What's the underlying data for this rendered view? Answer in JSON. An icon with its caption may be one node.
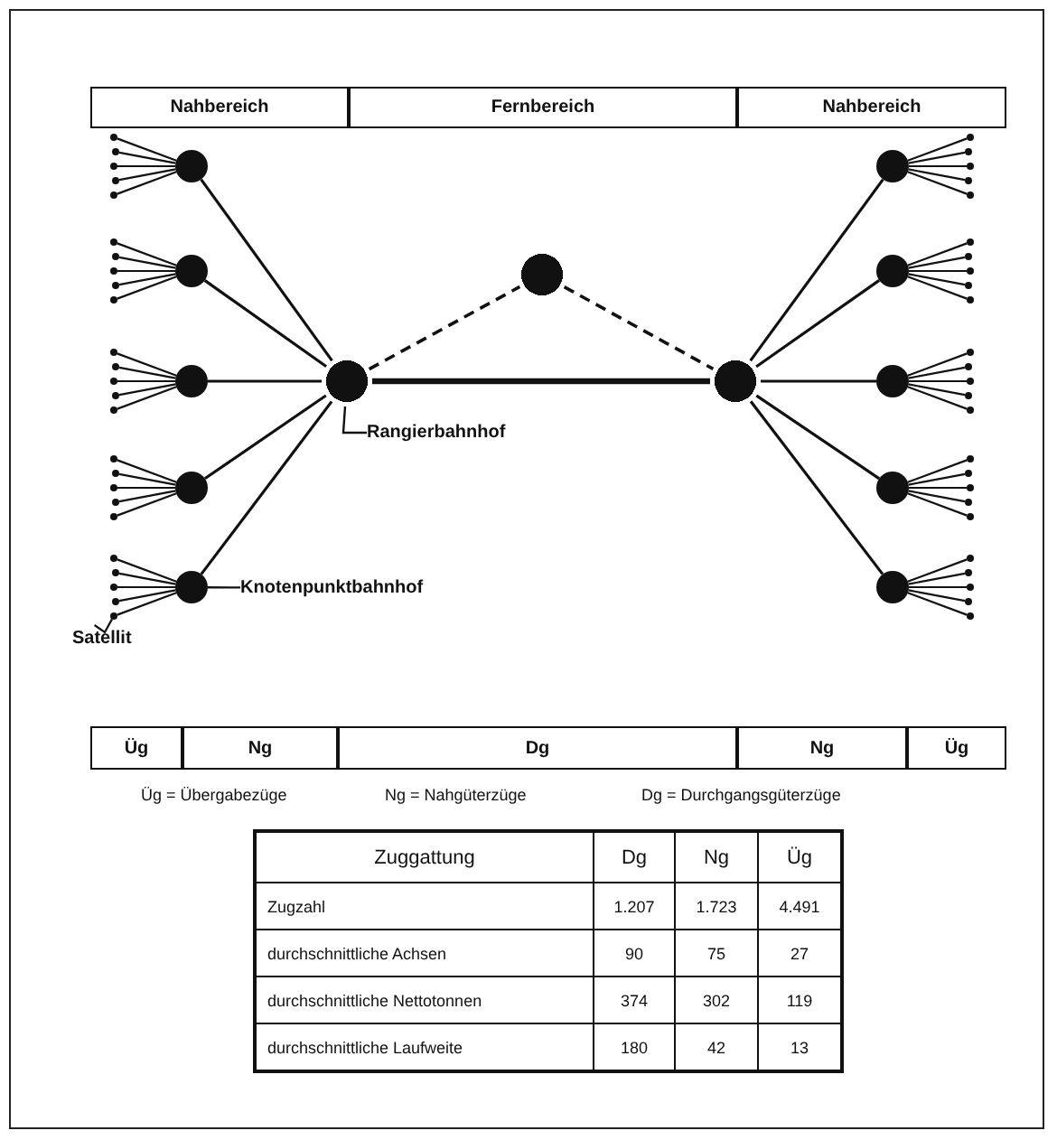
{
  "diagram": {
    "nodes": [
      {
        "text": [
          "Nahbereich"
        ]
      },
      {
        "text": [
          "Fernbereich"
        ]
      },
      {
        "text": [
          "Nahbereich"
        ]
      },
      {
        "text": [],
        "shape": "circle"
      },
      {
        "text": [],
        "shape": "circle"
      },
      {
        "text": [],
        "shape": "circle"
      },
      {
        "text": [],
        "shape": "circle"
      },
      {
        "text": [],
        "shape": "circle"
      },
      {
        "text": [],
        "shape": "circle"
      },
      {
        "text": [],
        "shape": "circle"
      },
      {
        "text": [],
        "shape": "circle"
      },
      {
        "text": [],
        "shape": "circle"
      },
      {
        "text": [],
        "shape": "circle"
      },
      {
        "text": [],
        "shape": "circle"
      },
      {
        "text": [],
        "shape": "circle"
      },
      {
        "text": [],
        "shape": "circle"
      },
      {
        "text": [
          "Rangierbahnhof"
        ]
      },
      {
        "text": [
          "Knotenpunktbahnhof"
        ]
      },
      {
        "text": [
          "Satellit"
        ]
      },
      {
        "text": [],
        "shape": "circle"
      },
      {
        "text": [],
        "shape": "circle"
      },
      {
        "text": [],
        "shape": "circle"
      },
      {
        "text": [],
        "shape": "circle"
      },
      {
        "text": [],
        "shape": "circle"
      },
      {
        "text": [],
        "shape": "circle"
      },
      {
        "text": [],
        "shape": "circle"
      },
      {
        "text": [],
        "shape": "circle"
      },
      {
        "text": [],
        "shape": "circle"
      },
      {
        "text": [],
        "shape": "circle"
      },
      {
        "text": [],
        "shape": "circle"
      },
      {
        "text": [],
        "shape": "circle"
      },
      {
        "text": [],
        "shape": "circle"
      },
      {
        "text": [],
        "shape": "circle"
      },
      {
        "text": [],
        "shape": "circle"
      },
      {
        "text": [],
        "shape": "circle"
      },
      {
        "text": [],
        "shape": "circle"
      },
      {
        "text": [],
        "shape": "circle"
      },
      {
        "text": [],
        "shape": "circle"
      },
      {
        "text": [],
        "shape": "circle"
      },
      {
        "text": [],
        "shape": "circle"
      },
      {
        "text": [],
        "shape": "circle"
      },
      {
        "text": [],
        "shape": "circle"
      },
      {
        "text": [],
        "shape": "circle"
      },
      {
        "text": [],
        "shape": "circle"
      },
      {
        "text": [],
        "shape": "circle"
      },
      {
        "text": [],
        "shape": "circle"
      },
      {
        "text": [],
        "shape": "circle"
      },
      {
        "text": [],
        "shape": "circle"
      },
      {
        "text": [],
        "shape": "circle"
      },
      {
        "text": [],
        "shape": "circle"
      },
      {
        "text": [],
        "shape": "circle"
      },
      {
        "text": [],
        "shape": "circle"
      },
      {
        "text": [],
        "shape": "circle"
      },
      {
        "text": [],
        "shape": "circle"
      },
      {
        "text": [],
        "shape": "circle"
      },
      {
        "text": [],
        "shape": "circle"
      },
      {
        "text": [],
        "shape": "circle"
      },
      {
        "text": [],
        "shape": "circle"
      },
      {
        "text": [],
        "shape": "circle"
      },
      {
        "text": [],
        "shape": "circle"
      },
      {
        "text": [],
        "shape": "circle"
      },
      {
        "text": [],
        "shape": "circle"
      },
      {
        "text": [],
        "shape": "circle"
      },
      {
        "text": [],
        "shape": "circle"
      },
      {
        "text": [],
        "shape": "circle"
      },
      {
        "text": [],
        "shape": "circle"
      },
      {
        "text": [],
        "shape": "circle"
      },
      {
        "text": [],
        "shape": "circle"
      },
      {
        "text": [],
        "shape": "circle"
      },
      {
        "text": [
          "Üg"
        ]
      },
      {
        "text": [
          "Ng"
        ]
      },
      {
        "text": [
          "Dg"
        ]
      },
      {
        "text": [
          "Ng"
        ]
      },
      {
        "text": [
          "Üg"
        ]
      }
    ],
    "edges": [
      {
        "from": 3,
        "to": 5,
        "arrow": "none",
        "style": "thick"
      },
      {
        "from": 3,
        "to": 4,
        "arrow": "none",
        "style": "dashed"
      },
      {
        "from": 4,
        "to": 5,
        "arrow": "none",
        "style": "dashed"
      },
      {
        "from": 6,
        "to": 3,
        "arrow": "none"
      },
      {
        "from": 7,
        "to": 3,
        "arrow": "none"
      },
      {
        "from": 8,
        "to": 3,
        "arrow": "none"
      },
      {
        "from": 9,
        "to": 3,
        "arrow": "none"
      },
      {
        "from": 10,
        "to": 3,
        "arrow": "none"
      },
      {
        "from": 5,
        "to": 11,
        "arrow": "none"
      },
      {
        "from": 5,
        "to": 12,
        "arrow": "none"
      },
      {
        "from": 5,
        "to": 13,
        "arrow": "none"
      },
      {
        "from": 5,
        "to": 14,
        "arrow": "none"
      },
      {
        "from": 5,
        "to": 15,
        "arrow": "none"
      },
      {
        "from": 16,
        "to": 3,
        "arrow": "none"
      },
      {
        "from": 17,
        "to": 10,
        "arrow": "none"
      },
      {
        "from": 18,
        "to": 43,
        "arrow": "none"
      },
      {
        "from": 6,
        "to": 19,
        "arrow": "none"
      },
      {
        "from": 6,
        "to": 20,
        "arrow": "none"
      },
      {
        "from": 6,
        "to": 21,
        "arrow": "none"
      },
      {
        "from": 6,
        "to": 22,
        "arrow": "none"
      },
      {
        "from": 6,
        "to": 23,
        "arrow": "none"
      },
      {
        "from": 7,
        "to": 24,
        "arrow": "none"
      },
      {
        "from": 7,
        "to": 25,
        "arrow": "none"
      },
      {
        "from": 7,
        "to": 26,
        "arrow": "none"
      },
      {
        "from": 7,
        "to": 27,
        "arrow": "none"
      },
      {
        "from": 7,
        "to": 28,
        "arrow": "none"
      },
      {
        "from": 8,
        "to": 29,
        "arrow": "none"
      },
      {
        "from": 8,
        "to": 30,
        "arrow": "none"
      },
      {
        "from": 8,
        "to": 31,
        "arrow": "none"
      },
      {
        "from": 8,
        "to": 32,
        "arrow": "none"
      },
      {
        "from": 8,
        "to": 33,
        "arrow": "none"
      },
      {
        "from": 9,
        "to": 34,
        "arrow": "none"
      },
      {
        "from": 9,
        "to": 35,
        "arrow": "none"
      },
      {
        "from": 9,
        "to": 36,
        "arrow": "none"
      },
      {
        "from": 9,
        "to": 37,
        "arrow": "none"
      },
      {
        "from": 9,
        "to": 38,
        "arrow": "none"
      },
      {
        "from": 10,
        "to": 39,
        "arrow": "none"
      },
      {
        "from": 10,
        "to": 40,
        "arrow": "none"
      },
      {
        "from": 10,
        "to": 41,
        "arrow": "none"
      },
      {
        "from": 10,
        "to": 42,
        "arrow": "none"
      },
      {
        "from": 10,
        "to": 43,
        "arrow": "none"
      },
      {
        "from": 11,
        "to": 44,
        "arrow": "none"
      },
      {
        "from": 11,
        "to": 45,
        "arrow": "none"
      },
      {
        "from": 11,
        "to": 46,
        "arrow": "none"
      },
      {
        "from": 11,
        "to": 47,
        "arrow": "none"
      },
      {
        "from": 11,
        "to": 48,
        "arrow": "none"
      },
      {
        "from": 12,
        "to": 49,
        "arrow": "none"
      },
      {
        "from": 12,
        "to": 50,
        "arrow": "none"
      },
      {
        "from": 12,
        "to": 51,
        "arrow": "none"
      },
      {
        "from": 12,
        "to": 52,
        "arrow": "none"
      },
      {
        "from": 12,
        "to": 53,
        "arrow": "none"
      },
      {
        "from": 13,
        "to": 54,
        "arrow": "none"
      },
      {
        "from": 13,
        "to": 55,
        "arrow": "none"
      },
      {
        "from": 13,
        "to": 56,
        "arrow": "none"
      },
      {
        "from": 13,
        "to": 57,
        "arrow": "none"
      },
      {
        "from": 13,
        "to": 58,
        "arrow": "none"
      },
      {
        "from": 14,
        "to": 59,
        "arrow": "none"
      },
      {
        "from": 14,
        "to": 60,
        "arrow": "none"
      },
      {
        "from": 14,
        "to": 61,
        "arrow": "none"
      },
      {
        "from": 14,
        "to": 62,
        "arrow": "none"
      },
      {
        "from": 14,
        "to": 63,
        "arrow": "none"
      },
      {
        "from": 15,
        "to": 64,
        "arrow": "none"
      },
      {
        "from": 15,
        "to": 65,
        "arrow": "none"
      },
      {
        "from": 15,
        "to": 66,
        "arrow": "none"
      },
      {
        "from": 15,
        "to": 67,
        "arrow": "none"
      },
      {
        "from": 15,
        "to": 68,
        "arrow": "none"
      }
    ],
    "labels": [
      "Üg = Übergabezüge",
      "Ng = Nahgüterzüge",
      "Dg = Durchgangsgüterzüge",
      "Zuggattung",
      "Dg",
      "Ng",
      "Üg",
      "Zugzahl",
      "1.207",
      "1.723",
      "4.491",
      "durchschnittliche Achsen",
      "90",
      "75",
      "27",
      "durchschnittliche Nettotonnen",
      "374",
      "302",
      "119",
      "durchschnittliche Laufweite",
      "180",
      "42",
      "13"
    ]
  }
}
